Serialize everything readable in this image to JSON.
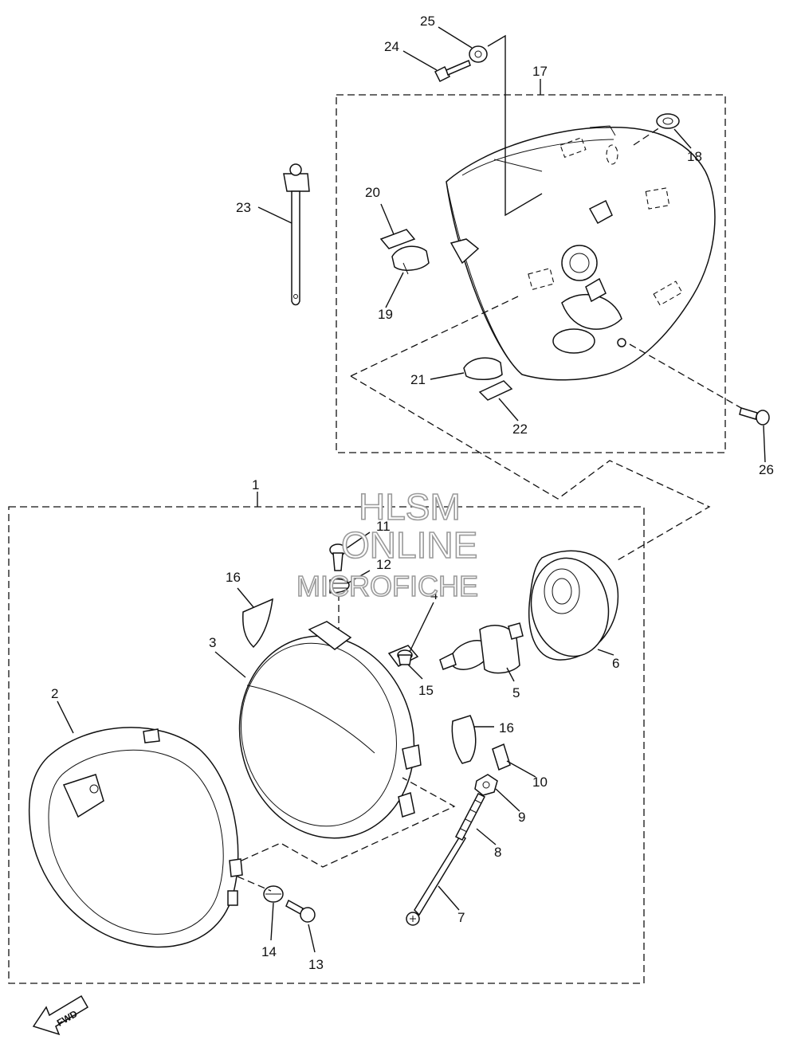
{
  "callouts": [
    {
      "id": "1",
      "label": "1"
    },
    {
      "id": "2",
      "label": "2"
    },
    {
      "id": "3",
      "label": "3"
    },
    {
      "id": "4",
      "label": "4"
    },
    {
      "id": "5",
      "label": "5"
    },
    {
      "id": "6",
      "label": "6"
    },
    {
      "id": "7",
      "label": "7"
    },
    {
      "id": "8",
      "label": "8"
    },
    {
      "id": "9",
      "label": "9"
    },
    {
      "id": "10",
      "label": "10"
    },
    {
      "id": "11",
      "label": "11"
    },
    {
      "id": "12",
      "label": "12"
    },
    {
      "id": "13",
      "label": "13"
    },
    {
      "id": "14",
      "label": "14"
    },
    {
      "id": "15",
      "label": "15"
    },
    {
      "id": "16a",
      "label": "16"
    },
    {
      "id": "16b",
      "label": "16"
    },
    {
      "id": "17",
      "label": "17"
    },
    {
      "id": "18",
      "label": "18"
    },
    {
      "id": "19",
      "label": "19"
    },
    {
      "id": "20",
      "label": "20"
    },
    {
      "id": "21",
      "label": "21"
    },
    {
      "id": "22",
      "label": "22"
    },
    {
      "id": "23",
      "label": "23"
    },
    {
      "id": "24",
      "label": "24"
    },
    {
      "id": "25",
      "label": "25"
    },
    {
      "id": "26",
      "label": "26"
    }
  ],
  "watermark": {
    "line1": "HLSM",
    "line2": "ONLINE",
    "line3": "MICROFICHE"
  },
  "fwd_arrow_label": "FWD"
}
